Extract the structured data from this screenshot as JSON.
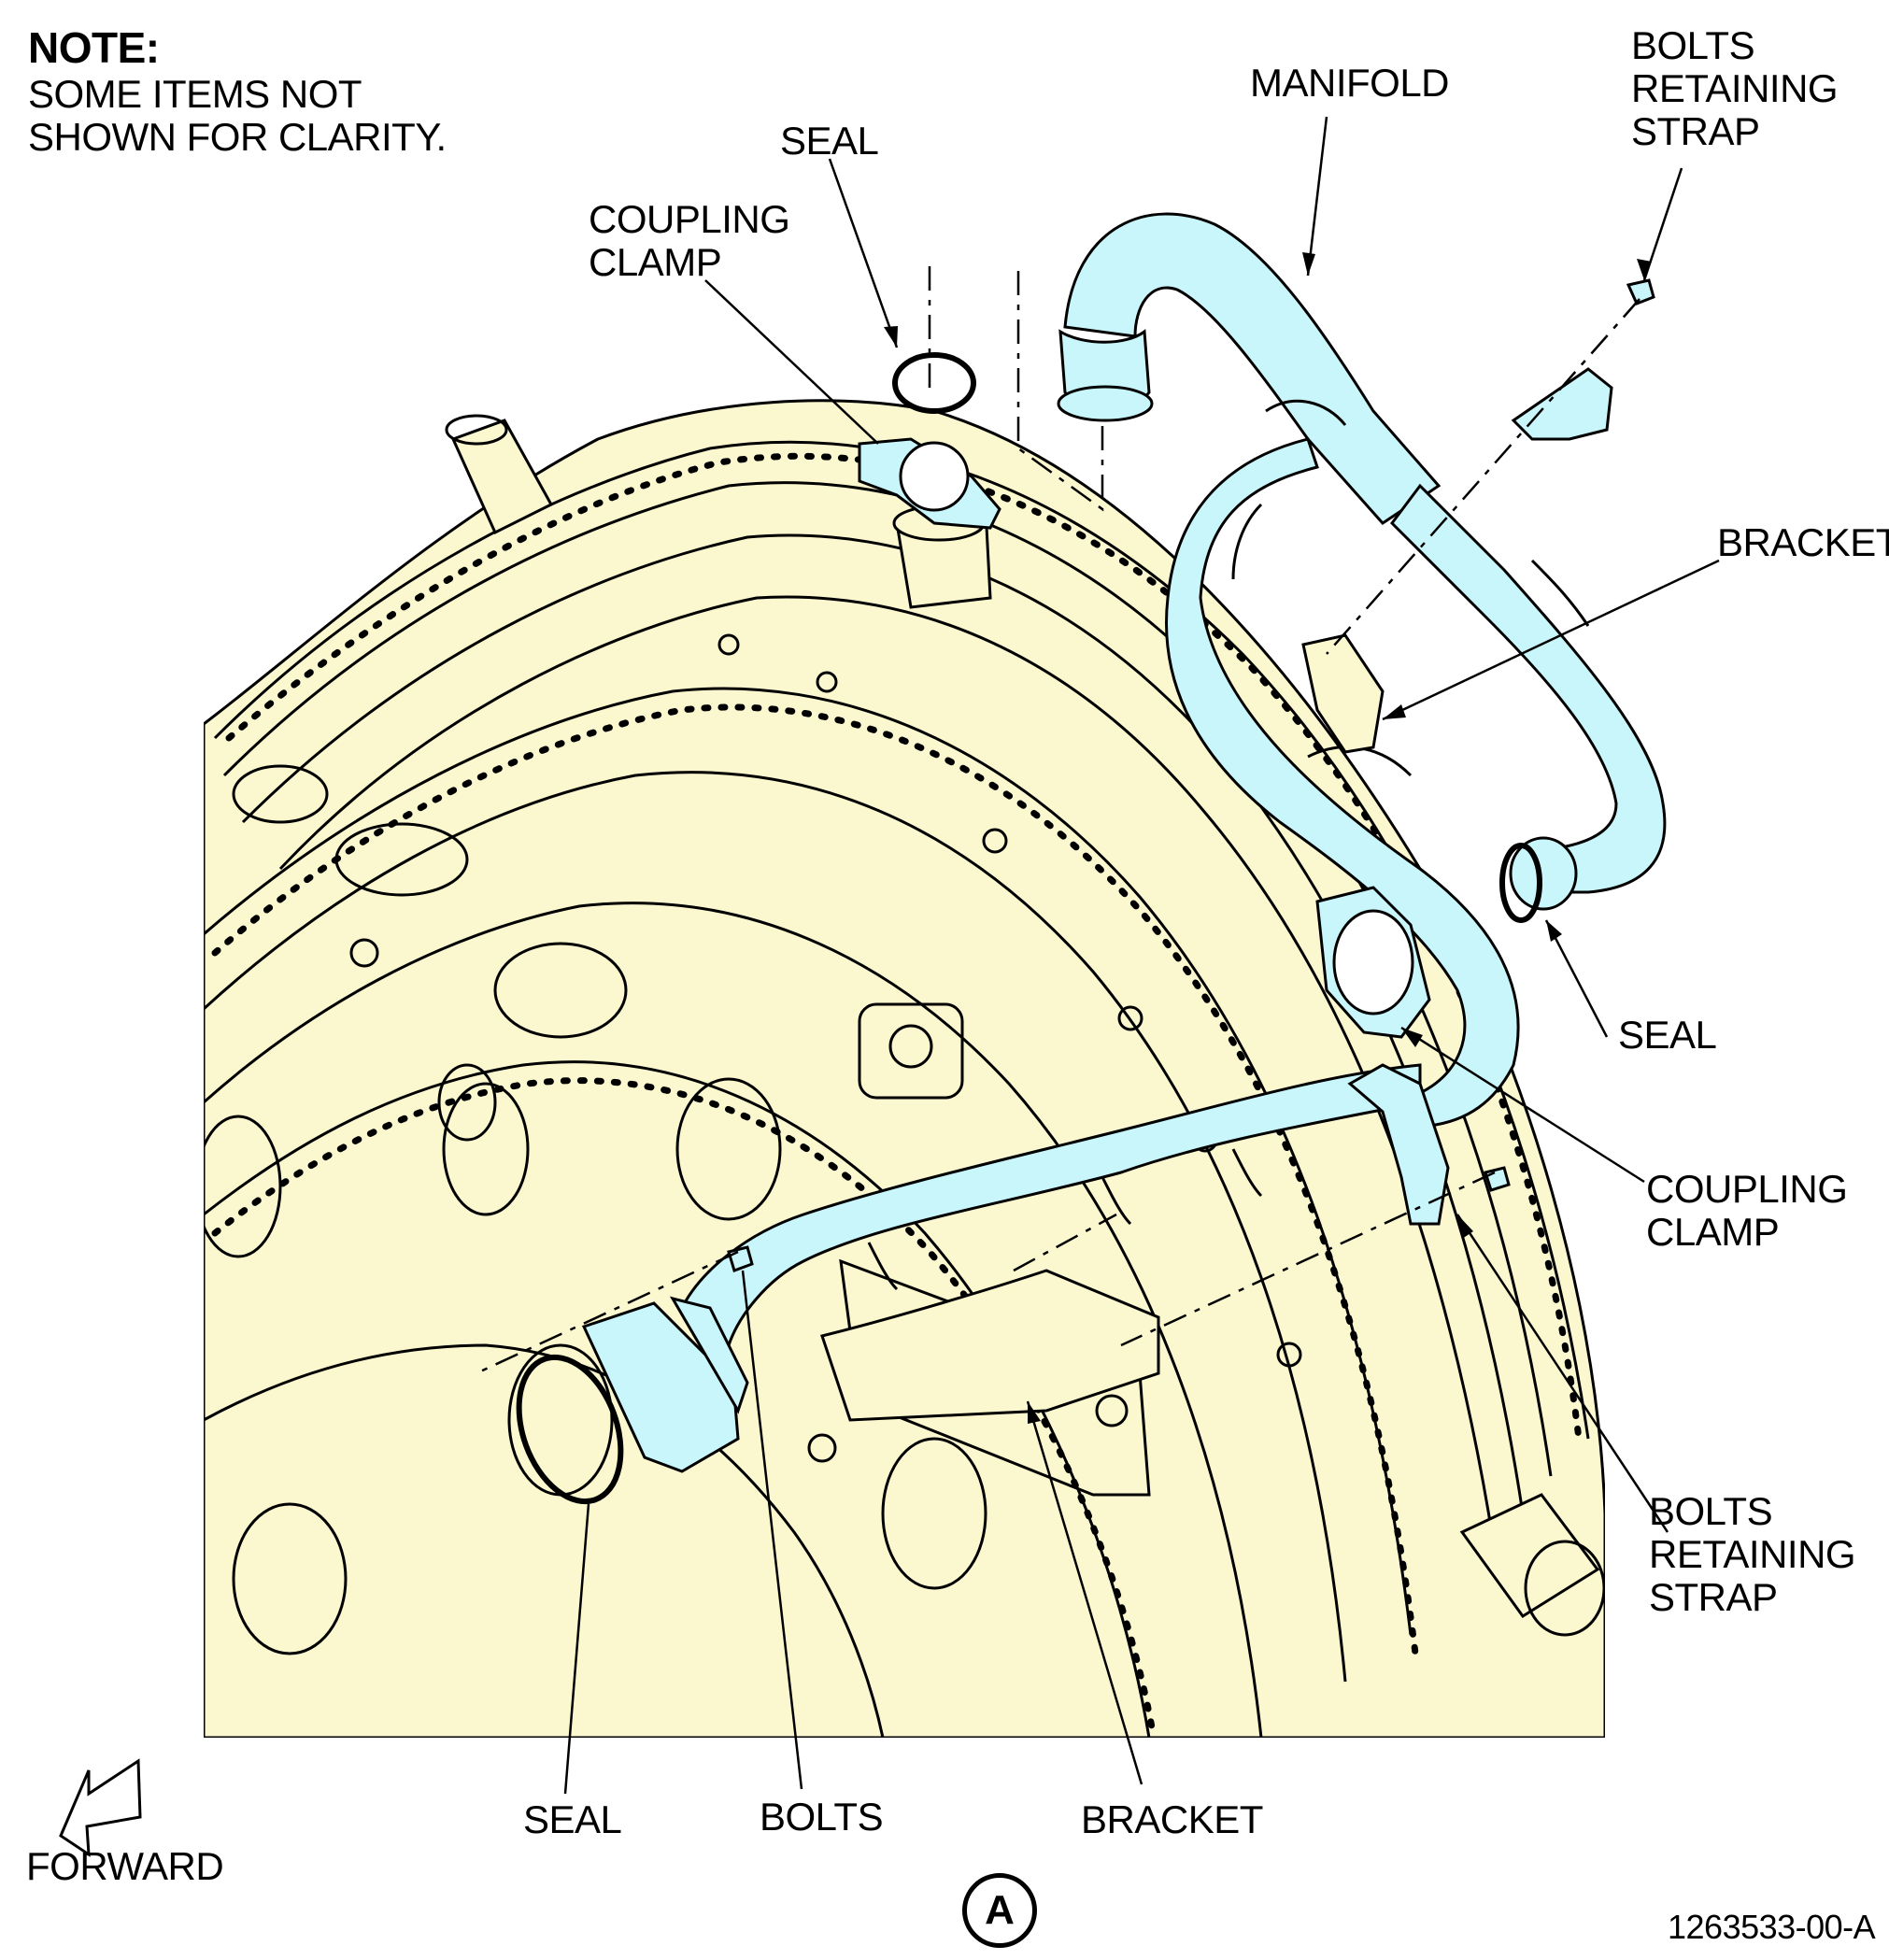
{
  "note": {
    "heading": "NOTE:",
    "text": "SOME ITEMS NOT\nSHOWN FOR CLARITY."
  },
  "labels": {
    "seal_top": "SEAL",
    "coupling_clamp_top": "COUPLING\nCLAMP",
    "manifold": "MANIFOLD",
    "bolts_retaining_strap_top": "BOLTS\nRETAINING\nSTRAP",
    "bracket_right": "BRACKET",
    "seal_right": "SEAL",
    "coupling_clamp_right": "COUPLING\nCLAMP",
    "bolts_retaining_strap_right": "BOLTS\nRETAINING\nSTRAP",
    "seal_bottom": "SEAL",
    "bolts_bottom": "BOLTS",
    "bracket_bottom": "BRACKET",
    "forward": "FORWARD"
  },
  "view_letter": "A",
  "figure_id": "1263533-00-A",
  "colors": {
    "engine_case": "#FBF7CF",
    "manifold": "#C9F6FB",
    "line": "#000000",
    "background": "#FFFFFF"
  }
}
